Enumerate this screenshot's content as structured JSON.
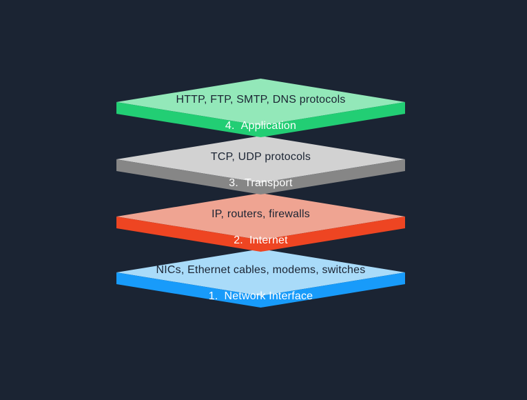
{
  "colors": {
    "background": "#1b2433",
    "item_text": "#1b2433",
    "label_text": "#ffffff"
  },
  "diagram": {
    "layers": [
      {
        "number": "4.",
        "name": "Application",
        "items": "HTTP, FTP, SMTP, DNS protocols",
        "colors": {
          "top_face": "#93e8b9",
          "side": "#22ce74"
        }
      },
      {
        "number": "3.",
        "name": "Transport",
        "items": "TCP, UDP protocols",
        "colors": {
          "top_face": "#d2d2d2",
          "side": "#868686"
        }
      },
      {
        "number": "2.",
        "name": "Internet",
        "items": "IP, routers, firewalls",
        "colors": {
          "top_face": "#efa492",
          "side": "#ee4522"
        }
      },
      {
        "number": "1.",
        "name": "Network Interface",
        "items": "NICs, Ethernet cables, modems, switches",
        "colors": {
          "top_face": "#a9dbf9",
          "side": "#189bfa"
        }
      }
    ]
  }
}
